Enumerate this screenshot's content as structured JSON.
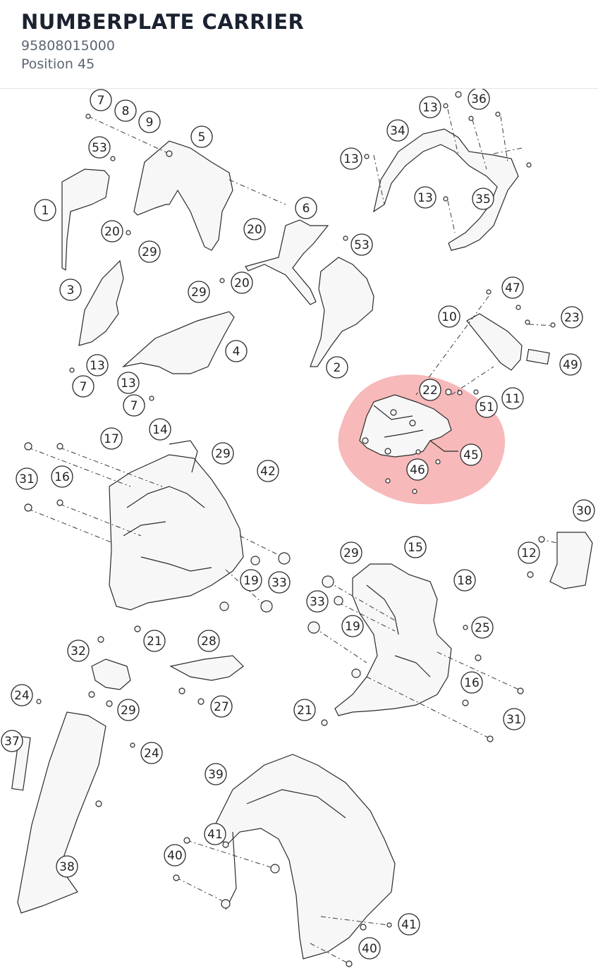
{
  "part": {
    "name": "NUMBERPLATE CARRIER",
    "number": "95808015000",
    "position_label": "Position 45"
  },
  "diagram": {
    "highlight_color": "#f08080",
    "callouts": [
      "7",
      "8",
      "9",
      "53",
      "5",
      "1",
      "20",
      "29",
      "3",
      "13",
      "7",
      "13",
      "7",
      "4",
      "20",
      "29",
      "6",
      "20",
      "53",
      "2",
      "13",
      "36",
      "34",
      "13",
      "13",
      "15",
      "35",
      "47",
      "10",
      "23",
      "49",
      "22",
      "11",
      "51",
      "45",
      "46",
      "17",
      "14",
      "29",
      "42",
      "31",
      "16",
      "15",
      "12",
      "30",
      "29",
      "19",
      "33",
      "18",
      "25",
      "33",
      "19",
      "16",
      "31",
      "21",
      "21",
      "32",
      "28",
      "29",
      "27",
      "24",
      "37",
      "24",
      "38",
      "39",
      "41",
      "40",
      "41",
      "40"
    ]
  }
}
